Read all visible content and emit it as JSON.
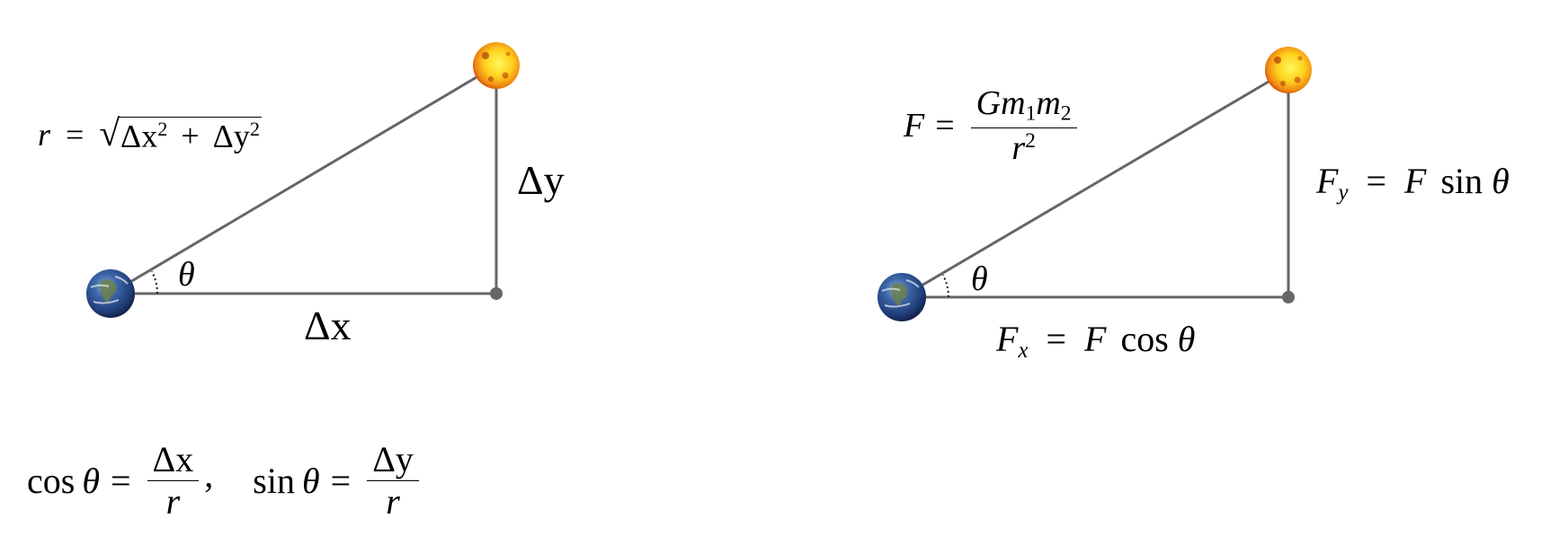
{
  "colors": {
    "line": "#666666",
    "dot": "#666666",
    "arc": "#111111",
    "earth_ocean": "#2a4f8f",
    "earth_land": "#6a7f4a",
    "sun_core": "#ffee33",
    "sun_edge": "#d23a0a",
    "text": "#000000"
  },
  "left_panel": {
    "distance_formula": {
      "lhs": "r",
      "equals": "=",
      "radicand_a": "Δx",
      "exp_a": "2",
      "plus": "+",
      "radicand_b": "Δy",
      "exp_b": "2"
    },
    "angle_label": "θ",
    "horizontal_label": "Δx",
    "vertical_label": "Δy",
    "bodies": {
      "origin": "earth",
      "target": "sun"
    }
  },
  "trig_formulas": {
    "cos": {
      "func": "cos",
      "var": "θ",
      "equals": "=",
      "num": "Δx",
      "den": "r",
      "sep": ","
    },
    "sin": {
      "func": "sin",
      "var": "θ",
      "equals": "=",
      "num": "Δy",
      "den": "r"
    }
  },
  "right_panel": {
    "force_formula": {
      "lhs": "F",
      "equals": "=",
      "num_G": "G",
      "num_m1": "m",
      "num_m1_sub": "1",
      "num_m2": "m",
      "num_m2_sub": "2",
      "den": "r",
      "den_exp": "2"
    },
    "angle_label": "θ",
    "fx_formula": {
      "lhs": "F",
      "lhs_sub": "x",
      "equals": "=",
      "rhs_F": "F",
      "func": "cos",
      "var": "θ"
    },
    "fy_formula": {
      "lhs": "F",
      "lhs_sub": "y",
      "equals": "=",
      "rhs_F": "F",
      "func": "sin",
      "var": "θ"
    },
    "bodies": {
      "origin": "earth",
      "target": "sun"
    }
  }
}
